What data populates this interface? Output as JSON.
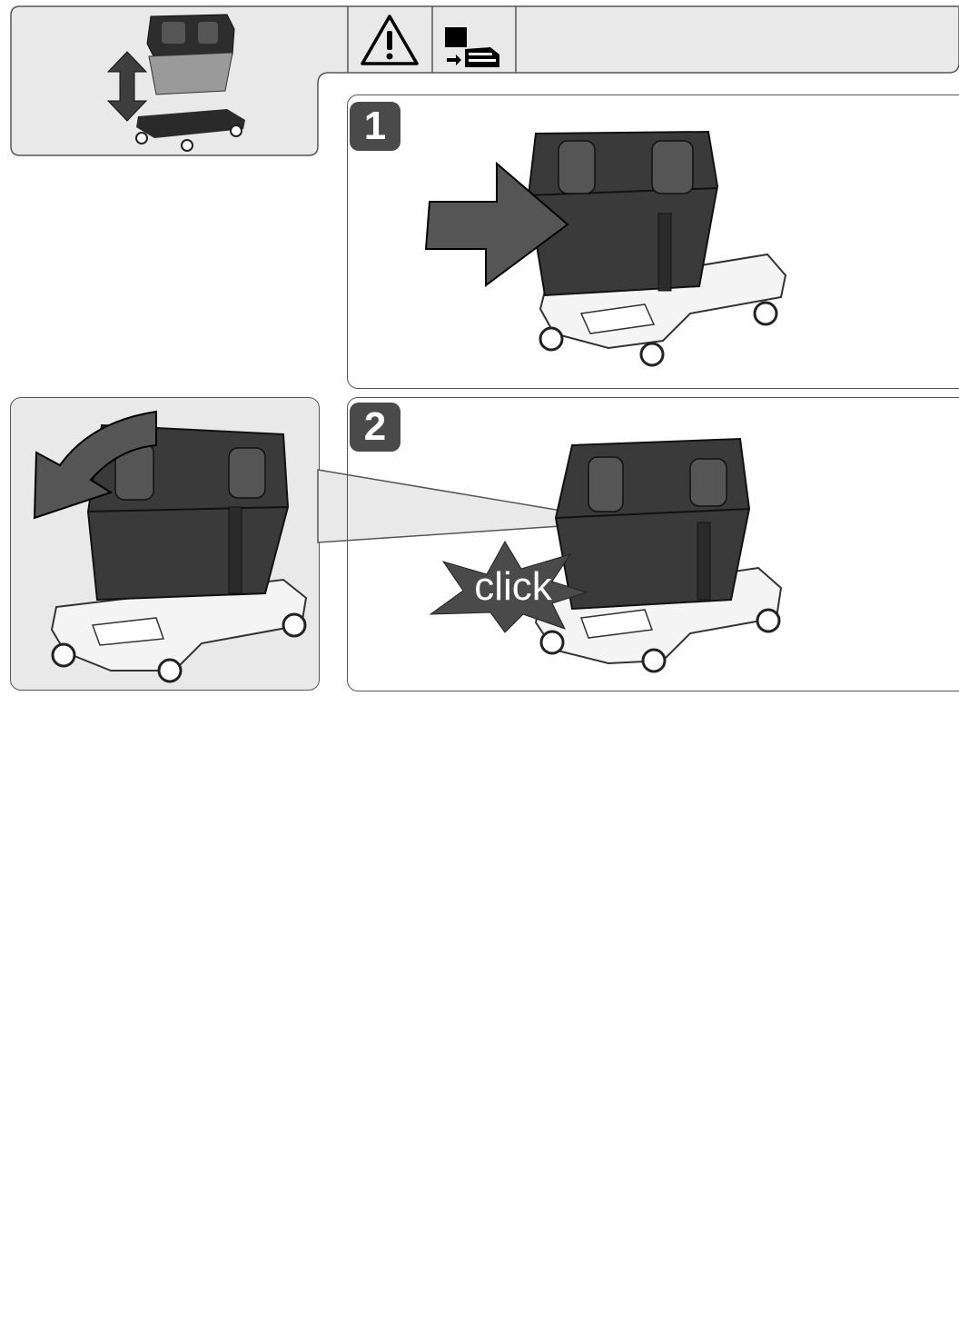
{
  "icons": {
    "warning": "warning-triangle-icon",
    "battery": "remove-battery-icon",
    "overview": "vacuum-on-dolly-overview",
    "arrow_vertical": "up-down-arrow-icon",
    "arrow_push": "push-arrow-icon",
    "arrow_curved": "curved-rotate-arrow-icon"
  },
  "steps": [
    {
      "number": "1"
    },
    {
      "number": "2",
      "callout": "click"
    }
  ],
  "colors": {
    "panel_gray": "#e9e9e9",
    "border": "#555555",
    "dark": "#3b3b3b",
    "badge": "#4a4a4a",
    "dolly": "#f4f4f4"
  }
}
